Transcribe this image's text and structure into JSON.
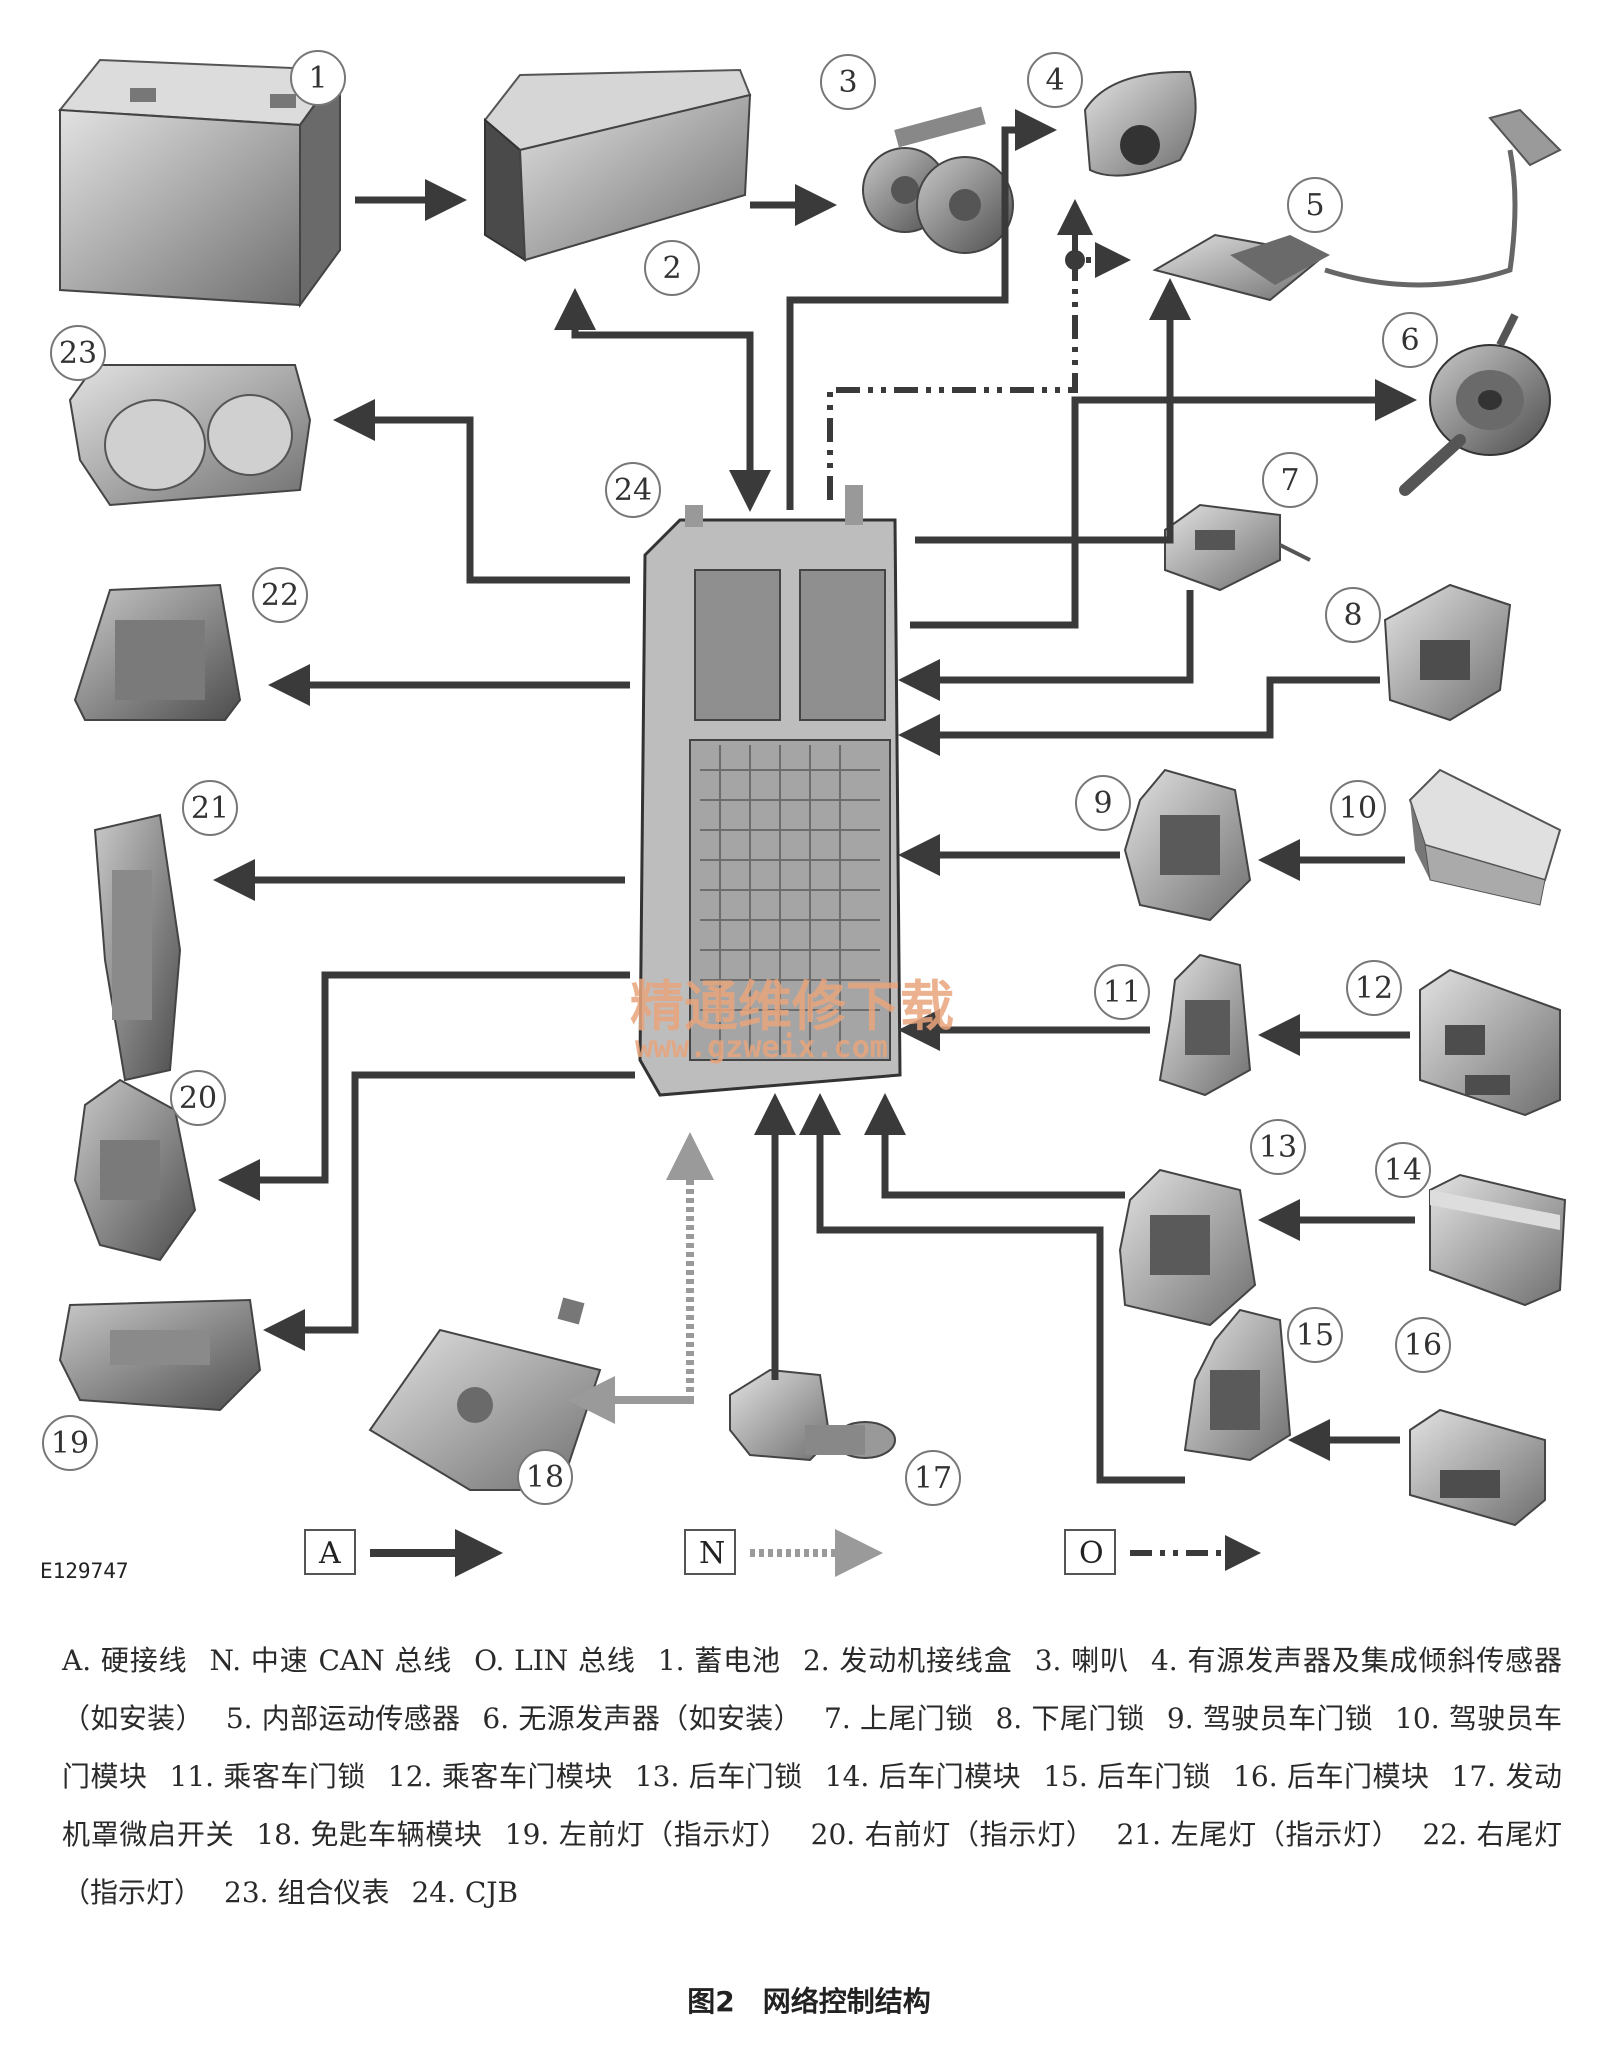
{
  "figure_code": "E129747",
  "watermark": {
    "cn": "精通维修下载",
    "url": "www.gzweix.com"
  },
  "components": [
    {
      "num": "1"
    },
    {
      "num": "2"
    },
    {
      "num": "3"
    },
    {
      "num": "4"
    },
    {
      "num": "5"
    },
    {
      "num": "6"
    },
    {
      "num": "7"
    },
    {
      "num": "8"
    },
    {
      "num": "9"
    },
    {
      "num": "10"
    },
    {
      "num": "11"
    },
    {
      "num": "12"
    },
    {
      "num": "13"
    },
    {
      "num": "14"
    },
    {
      "num": "15"
    },
    {
      "num": "16"
    },
    {
      "num": "17"
    },
    {
      "num": "18"
    },
    {
      "num": "19"
    },
    {
      "num": "20"
    },
    {
      "num": "21"
    },
    {
      "num": "22"
    },
    {
      "num": "23"
    },
    {
      "num": "24"
    }
  ],
  "legend": [
    {
      "key": "A",
      "style": "solid"
    },
    {
      "key": "N",
      "style": "dotted"
    },
    {
      "key": "O",
      "style": "dash-dot"
    }
  ],
  "caption": [
    "A. 硬接线",
    "N. 中速 CAN 总线",
    "O. LIN 总线",
    "1. 蓄电池",
    "2. 发动机接线盒",
    "3. 喇叭",
    "4. 有源发声器及集成倾斜传感器（如安装）",
    "5. 内部运动传感器",
    "6. 无源发声器（如安装）",
    "7. 上尾门锁",
    "8. 下尾门锁",
    "9. 驾驶员车门锁",
    "10. 驾驶员车门模块",
    "11. 乘客车门锁",
    "12. 乘客车门模块",
    "13. 后车门锁",
    "14. 后车门模块",
    "15. 后车门锁",
    "16. 后车门模块",
    "17. 发动机罩微启开关",
    "18. 免匙车辆模块",
    "19. 左前灯（指示灯）",
    "20. 右前灯（指示灯）",
    "21. 左尾灯（指示灯）",
    "22. 右尾灯（指示灯）",
    "23. 组合仪表",
    "24. CJB"
  ],
  "figure_title": "图2　网络控制结构",
  "colors": {
    "solid_arrow": "#3a3a3a",
    "can_arrow": "#9a9a9a",
    "watermark": "#e9a57d",
    "component_fill": "#b8b8b8"
  }
}
